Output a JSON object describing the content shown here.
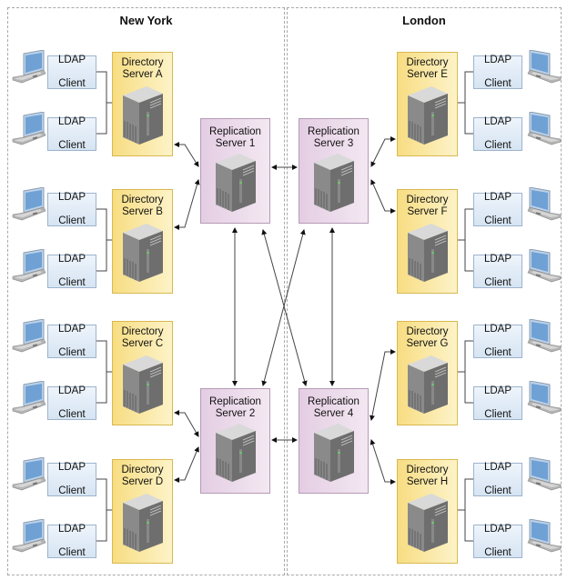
{
  "regions": [
    {
      "title": "New York"
    },
    {
      "title": "London"
    }
  ],
  "client_label_line1": "LDAP",
  "client_label_line2": "Client",
  "directory_servers": [
    {
      "line1": "Directory",
      "line2": "Server A",
      "site": "New York"
    },
    {
      "line1": "Directory",
      "line2": "Server  B",
      "site": "New York"
    },
    {
      "line1": "Directory",
      "line2": "Server C",
      "site": "New York"
    },
    {
      "line1": "Directory",
      "line2": "Server D",
      "site": "New York"
    },
    {
      "line1": "Directory",
      "line2": "Server E",
      "site": "London"
    },
    {
      "line1": "Directory",
      "line2": "Server F",
      "site": "London"
    },
    {
      "line1": "Directory",
      "line2": "Server G",
      "site": "London"
    },
    {
      "line1": "Directory",
      "line2": "Server H",
      "site": "London"
    }
  ],
  "replication_servers": [
    {
      "line1": "Replication",
      "line2": "Server 1",
      "site": "New York"
    },
    {
      "line1": "Replication",
      "line2": "Server 2",
      "site": "New York"
    },
    {
      "line1": "Replication",
      "line2": "Server 3",
      "site": "London"
    },
    {
      "line1": "Replication",
      "line2": "Server 4",
      "site": "London"
    }
  ],
  "connections": [
    {
      "from": "Directory Server A",
      "to": "Replication Server 1"
    },
    {
      "from": "Directory Server B",
      "to": "Replication Server 1"
    },
    {
      "from": "Directory Server C",
      "to": "Replication Server 2"
    },
    {
      "from": "Directory Server D",
      "to": "Replication Server 2"
    },
    {
      "from": "Directory Server E",
      "to": "Replication Server 3"
    },
    {
      "from": "Directory Server F",
      "to": "Replication Server 3"
    },
    {
      "from": "Directory Server G",
      "to": "Replication Server 4"
    },
    {
      "from": "Directory Server H",
      "to": "Replication Server 4"
    },
    {
      "from": "Replication Server 1",
      "to": "Replication Server 3"
    },
    {
      "from": "Replication Server 2",
      "to": "Replication Server 4"
    },
    {
      "from": "Replication Server 1",
      "to": "Replication Server 2"
    },
    {
      "from": "Replication Server 3",
      "to": "Replication Server 4"
    },
    {
      "from": "Replication Server 1",
      "to": "Replication Server 4"
    },
    {
      "from": "Replication Server 3",
      "to": "Replication Server 2"
    }
  ]
}
